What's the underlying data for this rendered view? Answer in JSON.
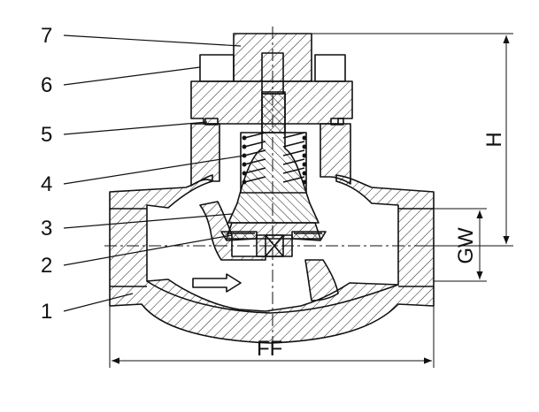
{
  "part_labels": [
    "7",
    "6",
    "5",
    "4",
    "3",
    "2",
    "1"
  ],
  "dimensions": {
    "face_to_face": "FF",
    "height": "H",
    "gap_width": "GW"
  },
  "colors": {
    "line": "#111111",
    "background": "#ffffff"
  },
  "icons": {
    "flow_arrow": "arrow-right-outline"
  }
}
